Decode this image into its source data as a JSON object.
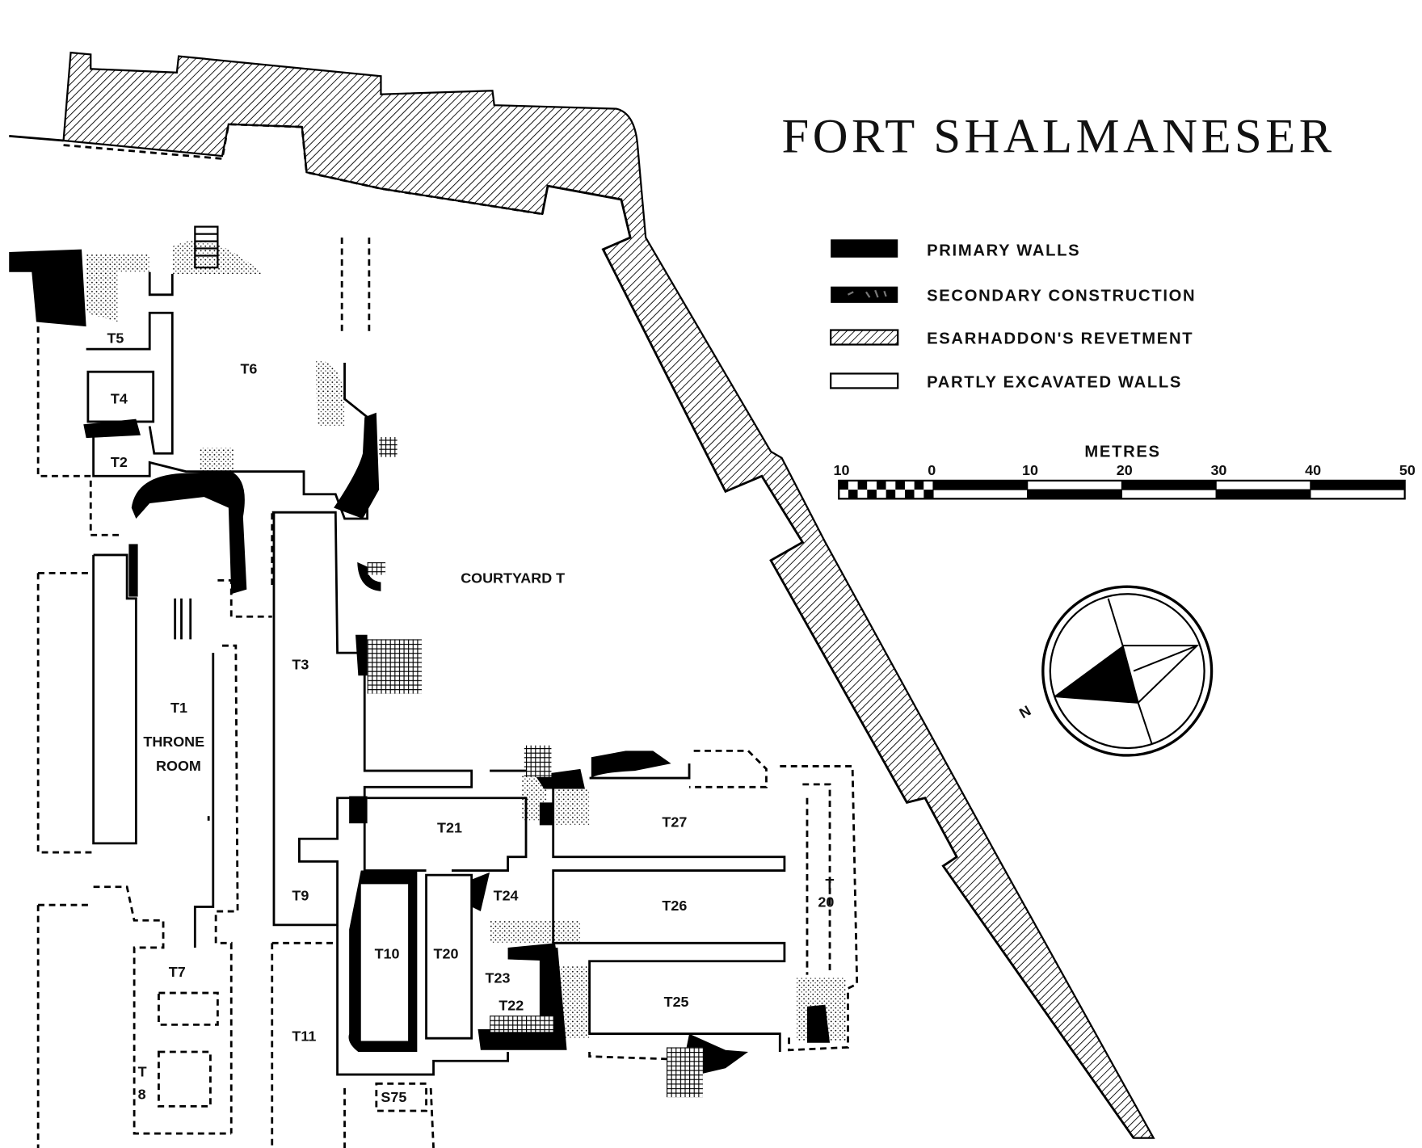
{
  "title": "FORT SHALMANESER",
  "legend": [
    {
      "label": "PRIMARY WALLS",
      "symbol": "solid-black"
    },
    {
      "label": "SECONDARY CONSTRUCTION",
      "symbol": "black-with-texture"
    },
    {
      "label": "ESARHADDON'S REVETMENT",
      "symbol": "diagonal-hatch"
    },
    {
      "label": "PARTLY EXCAVATED WALLS",
      "symbol": "outline"
    }
  ],
  "scale": {
    "unit": "METRES",
    "ticks": [
      "10",
      "0",
      "10",
      "20",
      "30",
      "40",
      "50"
    ]
  },
  "compass": {
    "label": "N"
  },
  "rooms": {
    "T1": "T1",
    "throne1": "THRONE",
    "throne2": "ROOM",
    "T2": "T2",
    "T3": "T3",
    "T4": "T4",
    "T5": "T5",
    "T6": "T6",
    "T7": "T7",
    "T8a": "T",
    "T8b": "8",
    "T9": "T9",
    "T10": "T10",
    "T11": "T11",
    "T20": "T20",
    "T20b_a": "T",
    "T20b_b": "20",
    "T21": "T21",
    "T22": "T22",
    "T23": "T23",
    "T24": "T24",
    "T25": "T25",
    "T26": "T26",
    "T27": "T27",
    "S75": "S75",
    "courtyard": "COURTYARD T"
  },
  "colors": {
    "ink": "#000000",
    "paper": "#ffffff"
  }
}
